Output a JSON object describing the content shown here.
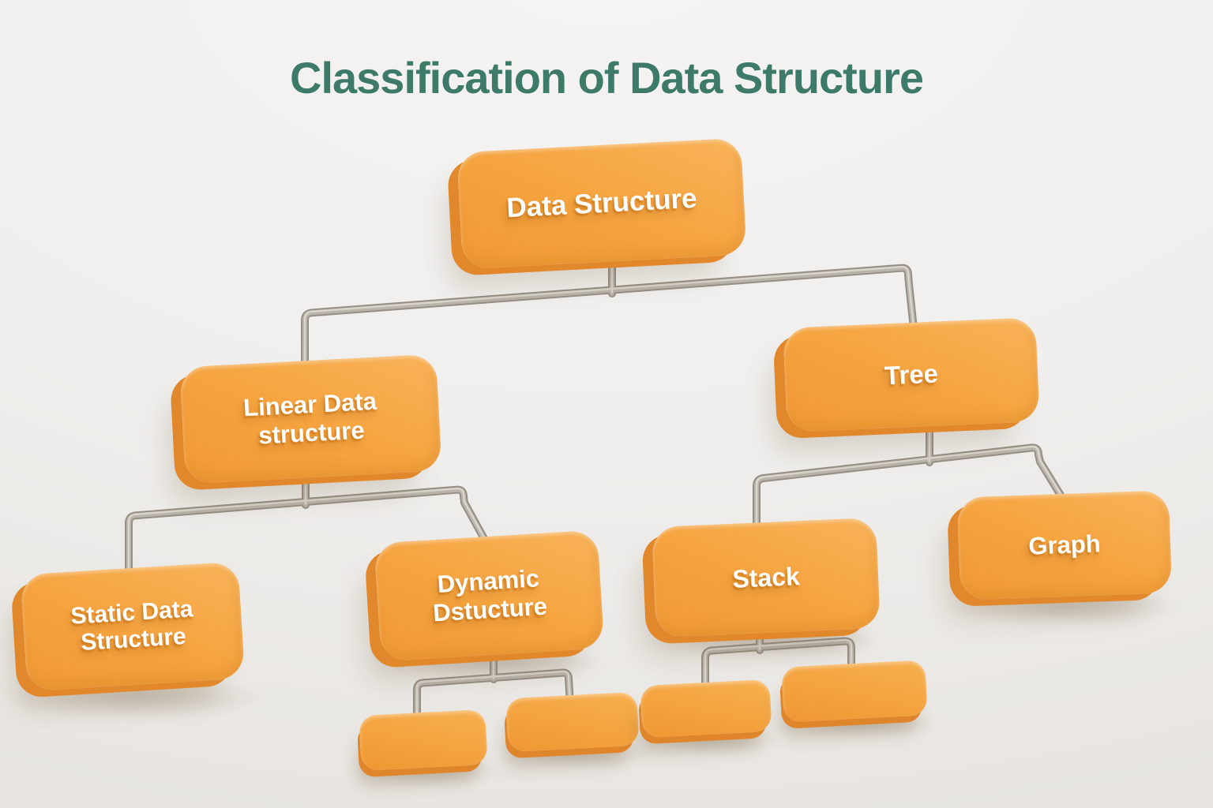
{
  "title": "Classification of Data Structure",
  "hierarchy": {
    "label": "Data Structure",
    "children": [
      {
        "label": "Linear Data structure",
        "children": [
          {
            "label": "Static Data Structure",
            "children": []
          },
          {
            "label": "Dynamic Dstucture",
            "children": [
              {
                "label": ""
              },
              {
                "label": ""
              }
            ]
          }
        ]
      },
      {
        "label": "Tree",
        "children": [
          {
            "label": "Stack",
            "children": [
              {
                "label": ""
              },
              {
                "label": ""
              }
            ]
          },
          {
            "label": "Graph",
            "children": []
          }
        ]
      }
    ]
  },
  "colors": {
    "title_text": "#3E7A69",
    "box_face": "#F5A440",
    "box_side": "#E2882C",
    "label_text": "#FFFFFF",
    "connector": "#978F86",
    "connector_highlight": "#DDD9D2",
    "background": "#F0EFED"
  }
}
